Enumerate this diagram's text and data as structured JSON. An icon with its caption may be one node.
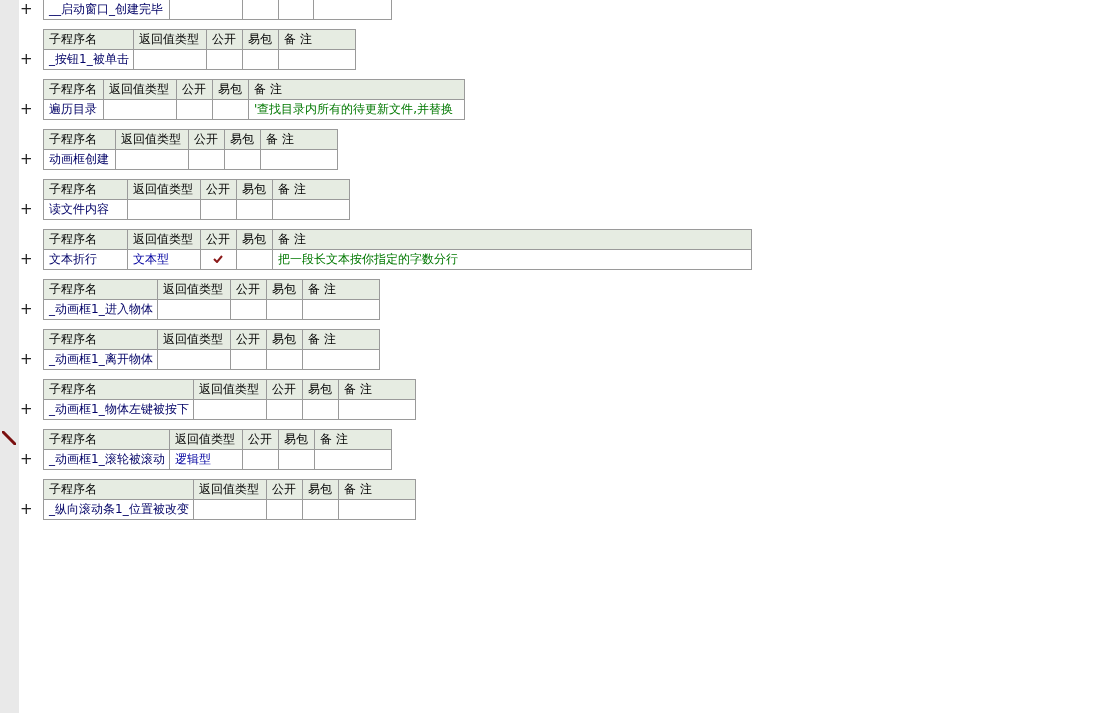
{
  "diagram": {
    "labels": [
      "+",
      "__启动窗口_创建完毕",
      "子程序名",
      "返回值类型",
      "公开",
      "易包",
      "备 注",
      "+",
      "_按钮1_被单击",
      "子程序名",
      "返回值类型",
      "公开",
      "易包",
      "备 注",
      "+",
      "遍历目录",
      "'查找目录内所有的待更新文件,并替换",
      "子程序名",
      "返回值类型",
      "公开",
      "易包",
      "备 注",
      "+",
      "动画框创建",
      "子程序名",
      "返回值类型",
      "公开",
      "易包",
      "备 注",
      "+",
      "读文件内容",
      "子程序名",
      "返回值类型",
      "公开",
      "易包",
      "备 注",
      "+",
      "文本折行",
      "文本型",
      "把一段长文本按你指定的字数分行",
      "子程序名",
      "返回值类型",
      "公开",
      "易包",
      "备 注",
      "+",
      "_动画框1_进入物体",
      "子程序名",
      "返回值类型",
      "公开",
      "易包",
      "备 注",
      "+",
      "_动画框1_离开物体",
      "子程序名",
      "返回值类型",
      "公开",
      "易包",
      "备 注",
      "+",
      "_动画框1_物体左键被按下",
      "子程序名",
      "返回值类型",
      "公开",
      "易包",
      "备 注",
      "+",
      "_动画框1_滚轮被滚动",
      "逻辑型",
      "子程序名",
      "返回值类型",
      "公开",
      "易包",
      "备 注",
      "+",
      "_纵向滚动条1_位置被改变"
    ]
  }
}
